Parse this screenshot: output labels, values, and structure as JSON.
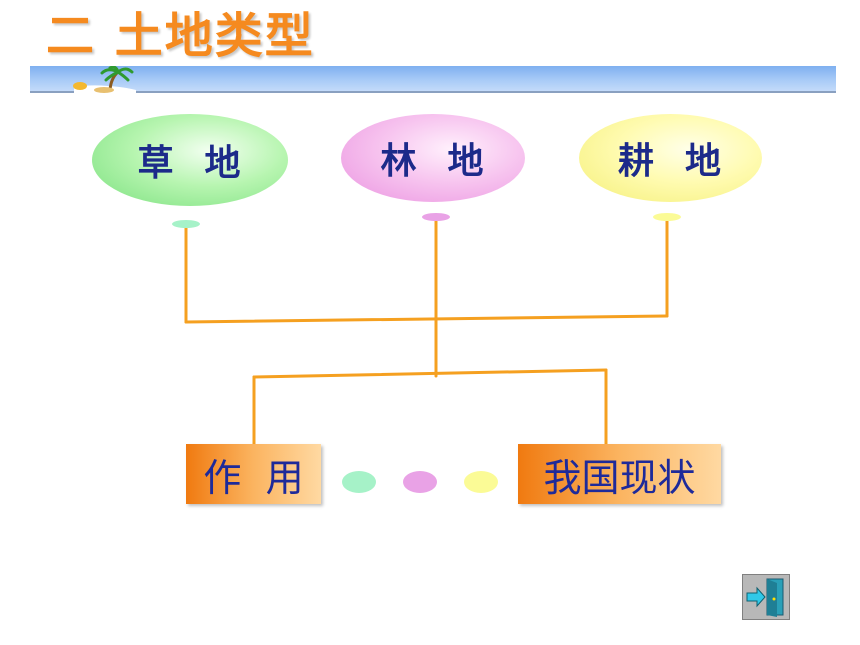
{
  "title": "二 土地类型",
  "categories": [
    {
      "label": "草  地",
      "color": "#8ee88a",
      "dot_color": "#a6f2c8"
    },
    {
      "label": "林  地",
      "color": "#f2a8ea",
      "dot_color": "#e9a2e6"
    },
    {
      "label": "耕  地",
      "color": "#f8f490",
      "dot_color": "#fbfb96"
    }
  ],
  "boxes": {
    "use": "作  用",
    "status": "我国现状"
  },
  "connector_color": "#f5a020",
  "icons": {
    "exit": "exit-door-icon",
    "banner": "palm-island-icon"
  }
}
